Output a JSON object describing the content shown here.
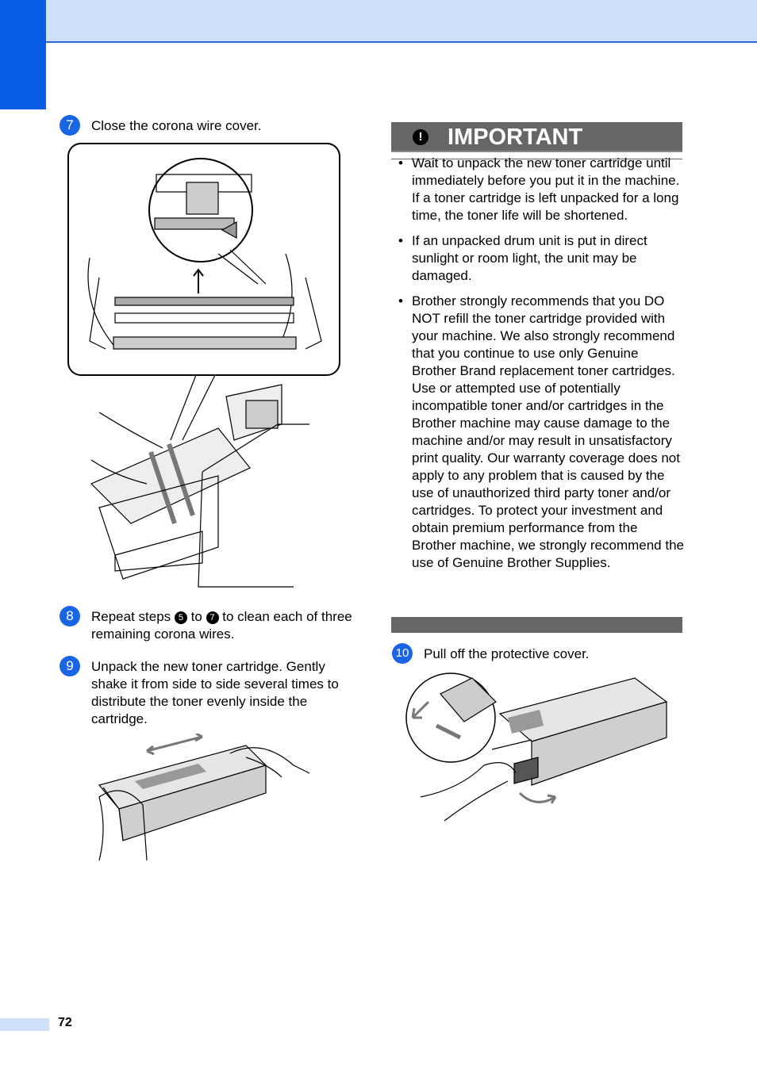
{
  "page": {
    "number": "72"
  },
  "steps": {
    "s7": {
      "num": "7",
      "text": "Close the corona wire cover."
    },
    "s8": {
      "num": "8",
      "text_a": "Repeat steps ",
      "ref_a": "5",
      "text_b": " to ",
      "ref_b": "7",
      "text_c": " to clean each of three remaining corona wires."
    },
    "s9": {
      "num": "9",
      "text": "Unpack the new toner cartridge. Gently shake it from side to side several times to distribute the toner evenly inside the cartridge."
    },
    "s10": {
      "num": "10",
      "text": "Pull off the protective cover."
    }
  },
  "important": {
    "icon": "exclamation-icon",
    "title": "IMPORTANT",
    "bullets": [
      "Wait to unpack the new toner cartridge until immediately before you put it in the machine. If a toner cartridge is left unpacked for a long time, the toner life will be shortened.",
      "If an unpacked drum unit is put in direct sunlight or room light, the unit may be damaged.",
      "Brother strongly recommends that you DO NOT refill the toner cartridge provided with your machine. We also strongly recommend that you continue to use only Genuine Brother Brand replacement toner cartridges. Use or attempted use of potentially incompatible toner and/or cartridges in the Brother machine may cause damage to the machine and/or may result in unsatisfactory print quality. Our warranty coverage does not apply to any problem that is caused by the use of unauthorized third party toner and/or cartridges. To protect your investment and obtain premium performance from the Brother machine, we strongly recommend the use of Genuine Brother Supplies."
    ]
  },
  "colors": {
    "accent": "#1a64e6",
    "header_band": "#cfe0fb",
    "side_tab": "#0a5ee6",
    "important_bar": "#666666"
  }
}
